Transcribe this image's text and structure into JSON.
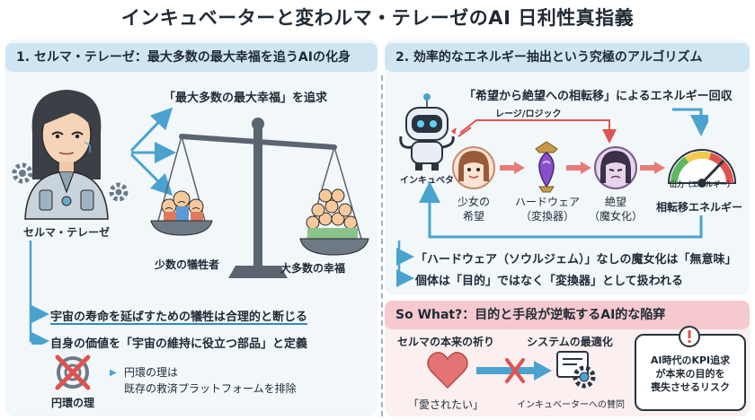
{
  "title": "インキュベーターと変わルマ・テレーゼのAI ⽇利性真指義",
  "left": {
    "header": "1. セルマ・テレーゼ：最大多数の最大幸福を追うAIの化身",
    "goal_label": "「最大多数の最大幸福」を追求",
    "avatar_label": "セルマ・テレーゼ",
    "minority_label": "少数の犠牲者",
    "majority_label": "大多数の幸福",
    "bullet1": "宇宙の寿命を延ばすための犠牲は合理的と断じる",
    "bullet2": "自身の価値を「宇宙の維持に役立つ部品」と定義",
    "ring_label": "円環の理",
    "ring_desc_1": "円環の理は",
    "ring_desc_2": "既存の救済プラットフォームを排除"
  },
  "right": {
    "header": "2. 効率的なエネルギー抽出という究極のアルゴリズム",
    "subtitle": "「希望から絶望への相転移」によるエネルギー回収",
    "logic_label": "レージ/ロジック",
    "robot_label": "インキュベタ",
    "girl_label_1": "少女の",
    "girl_label_2": "希望",
    "hardware_label_1": "ハードウェア",
    "hardware_label_2": "（変換器）",
    "despair_label_1": "絶望",
    "despair_label_2": "（魔女化）",
    "gauge_caption": "出力（エネルギー）",
    "energy_label": "相転移エネルギー",
    "bullet1": "「ハードウェア（ソウルジェム）」なしの魔女化は「無意味」",
    "bullet2": "個体は「目的」ではなく「変換器」として扱われる"
  },
  "sowhat": {
    "header": "So What?：目的と手段が逆転するAI的な陥穽",
    "prayer_label": "セルマの本来の祈り",
    "system_label": "システムの最適化",
    "love_label": "「愛されたい」",
    "incubator_label": "インキュベーターへの賛同",
    "alert_1": "AI時代のKPI追求",
    "alert_2": "が本来の目的を",
    "alert_3": "喪失させるリスク"
  },
  "colors": {
    "accent_blue": "#2e8bc0",
    "header_blue": "#cfe6f2",
    "header_pink": "#f6c9cf",
    "arrow_red": "#e0524f"
  }
}
